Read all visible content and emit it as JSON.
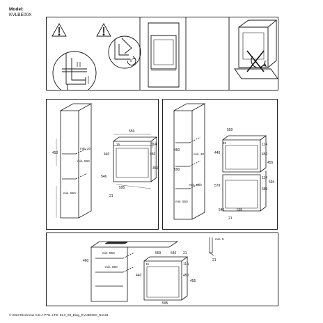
{
  "header": {
    "label": "Model:",
    "model": "KVLBE00X"
  },
  "panel_a": {
    "dims": {
      "gap_s": "5"
    }
  },
  "panel_b": {
    "dims": {
      "d559": "559",
      "d450_cab": "450",
      "dmin20": "min. 20",
      "dmin560": "min. 560",
      "dmin550": "min.\n550",
      "d15": "15",
      "d440": "440",
      "d114": "114",
      "d450": "450",
      "d455": "455",
      "d546": "546",
      "d595": "595",
      "d21": "21"
    }
  },
  "panel_c": {
    "dims": {
      "d559": "559",
      "d450_cab": "450",
      "dmin20": "min. 20",
      "d590": "590",
      "dmin560": "min. 560",
      "dmin550": "min.\n550",
      "d15": "15",
      "d440": "440",
      "d114": "114",
      "d450": "450",
      "d455": "455",
      "d579": "579",
      "d114b": "114",
      "d589": "589",
      "d594": "594",
      "d546": "546",
      "d595": "595",
      "d21": "21"
    }
  },
  "panel_d": {
    "dims": {
      "d460": "460",
      "dmin550": "min. 550",
      "dmin560": "min. 560",
      "d559": "559",
      "d546": "546",
      "d21": "21",
      "d15": "15",
      "d440": "440",
      "d114": "114",
      "d450": "450",
      "d455": "455",
      "d595": "595",
      "dmin5": "min. 5",
      "d21b": "21"
    }
  },
  "footer": {
    "text": "© 2023 Electrolux S.E.A PTE. LTD. ELX_IM_Diag_KVLBE00X_Nov23"
  }
}
